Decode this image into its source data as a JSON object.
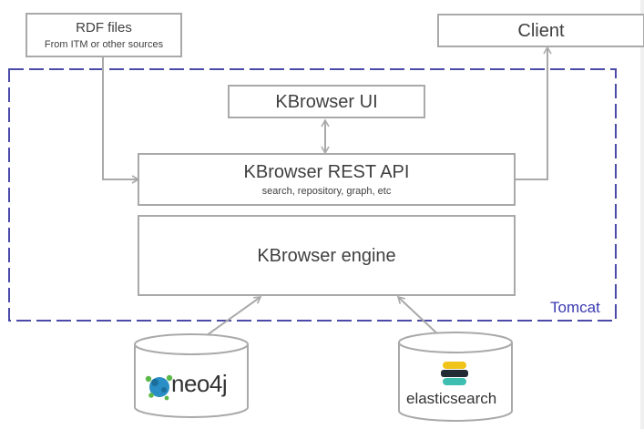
{
  "rdf": {
    "title": "RDF files",
    "subtitle": "From ITM or other sources"
  },
  "client": {
    "title": "Client"
  },
  "ui": {
    "title": "KBrowser UI"
  },
  "api": {
    "title": "KBrowser REST API",
    "subtitle": "search, repository, graph, etc"
  },
  "engine": {
    "title": "KBrowser engine"
  },
  "container": {
    "label": "Tomcat"
  },
  "databases": {
    "neo4j": "neo4j",
    "elastic": "elasticsearch"
  },
  "colors": {
    "box_border": "#a9a9a9",
    "arrow": "#a9a9a9",
    "container_dash": "#4a4aa8",
    "container_label": "#3a3ab0"
  }
}
